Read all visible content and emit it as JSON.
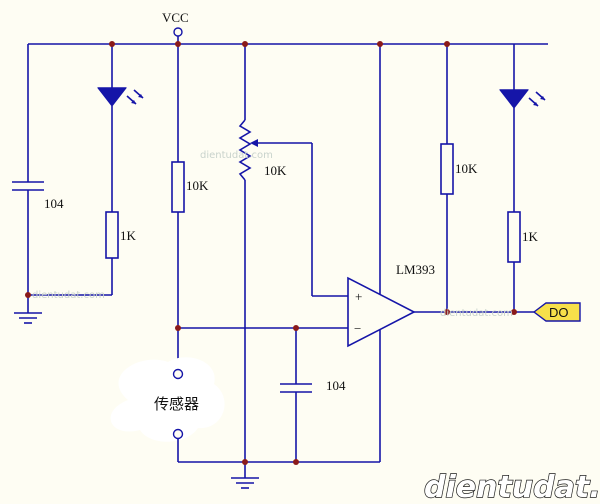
{
  "labels": {
    "vcc": "VCC",
    "cap_left": "104",
    "r_left_led": "1K",
    "r_pullup_mid": "10K",
    "potentiometer": "10K",
    "r_pullup_right": "10K",
    "r_right_led": "1K",
    "opamp": "LM393",
    "cap_bottom": "104",
    "sensor": "传感器",
    "output": "DO",
    "plus": "+",
    "minus": "−"
  },
  "watermarks": {
    "center": "dientudat.com",
    "left": "dientudat.com",
    "right": "dientudat.com"
  },
  "branding": {
    "site": "dientudat.com"
  },
  "colors": {
    "wire": "#1515a8",
    "junction": "#8a1a1a",
    "background": "#fefdf3",
    "sensor_blob": "#ffffff",
    "output_tag": "#f7e04a"
  }
}
